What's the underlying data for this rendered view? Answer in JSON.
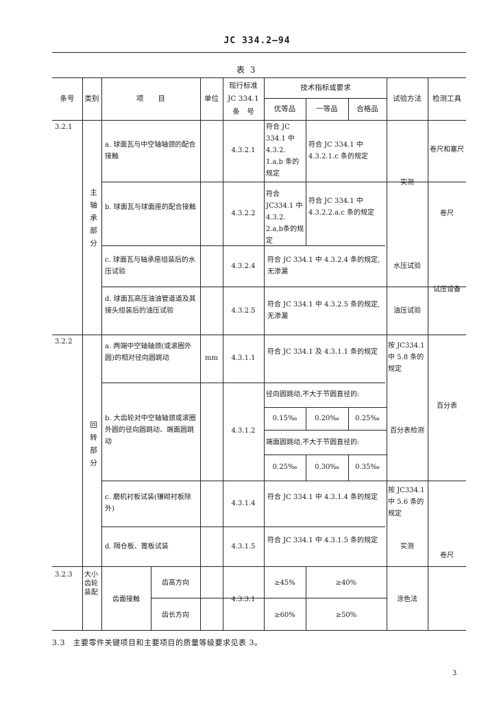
{
  "header": {
    "doc_code": "JC 334.2—94"
  },
  "table": {
    "title": "表 3",
    "columns": {
      "no": "条号",
      "category": "类别",
      "item": "项　　目",
      "unit": "单位",
      "std_l1": "现行标准",
      "std_l2": "JC 334.1",
      "std_l3": "条　号",
      "req": "技术指标或要求",
      "grade1": "优等品",
      "grade2": "一等品",
      "grade3": "合格品",
      "method": "试验方法",
      "tool": "检测工具"
    },
    "rows": {
      "r1": {
        "no": "3.2.1",
        "item": "a. 球面瓦与中空轴轴颈的配合接触",
        "clause": "4.3.2.1",
        "req_a": "符合 JC 334.1 中 4.3.2. 1.a,b 条的规定",
        "req_b": "符合 JC 334.1 中 4.3.2.1.c 条的规定",
        "tool": "卷尺和塞尺"
      },
      "r2": {
        "item": "b. 球面瓦与球面座的配合接触",
        "clause": "4.3.2.2",
        "req_a": "符合JC334.1 中 4.3.2. 2.a,b条的规定",
        "req_b": "符合 JC 334.1 中 4.3.2.2.a.c 条的规定",
        "tool": "卷尺"
      },
      "r1r2_method": "实测",
      "r3": {
        "item": "c. 球面瓦与轴承座组装后的水压试验",
        "clause": "4.3.2.4",
        "req": "符合 JC 334.1 中 4.3.2.4 条的规定,无渗漏",
        "method": "水压试验"
      },
      "r4": {
        "item": "d. 球面瓦高压油油管道道及其接头组装后的油压试验",
        "clause": "4.3.2.5",
        "req": "符合 JC 334.1 中 4.3.2.5 条的规定,无渗漏",
        "method": "油压试验"
      },
      "r3r4_tool": "试压设备",
      "main_bearing_label": "主轴承部分",
      "r5": {
        "no": "3.2.2",
        "item": "a. 两端中空轴轴颈(或滚圈外圆)的相对径向圆跳动",
        "unit": "mm",
        "clause": "4.3.1.1",
        "req": "符合 JC 334.1 及 4.3.1.1 条的规定",
        "method": "按 JC334.1 中 5.8 条的规定"
      },
      "r6": {
        "item": "b. 大齿轮对中空轴轴颈或滚圈外圆的径向圆跳动、端面圆跳动",
        "clause": "4.3.1.2",
        "radial_label": "径向圆跳动,不大于节圆直径的:",
        "radial_values": [
          "0.15‰",
          "0.20‰",
          "0.25‰"
        ],
        "axial_label": "端面圆跳动,不大于节圆直径的:",
        "axial_values": [
          "0.25‰",
          "0.30‰",
          "0.35‰"
        ],
        "method": "百分表检测"
      },
      "r5r6_tool": "百分表",
      "r7": {
        "item": "c. 磨机衬板试装(镶砌衬板除外)",
        "clause": "4.3.1.4",
        "req": "符合 JC 334.1 中 4.3.1.4 条的规定",
        "method": "按 JC334.1 中 5.6 条的规定"
      },
      "r8": {
        "item": "d. 隔仓板、篦板试装",
        "clause": "4.3.1.5",
        "req": "符合 JC 334.1 中 4.3.1.5 条的规定",
        "method": "实测"
      },
      "r7r8_tool": "卷尺",
      "rotating_label": "回转部分",
      "r9": {
        "no": "3.2.3",
        "category": "大小齿轮装配",
        "item": "齿面接触",
        "sub1": "齿高方向",
        "sub2": "齿长方向",
        "clause": "4.3.3.1",
        "sub1_values": [
          "≥45%",
          "≥40%"
        ],
        "sub2_values": [
          "≥60%",
          "≥50%"
        ],
        "method": "涂色法"
      }
    }
  },
  "note": "3.3　主要零件关键项目和主要项目的质量等级要求见表 3。",
  "page_number": "3"
}
